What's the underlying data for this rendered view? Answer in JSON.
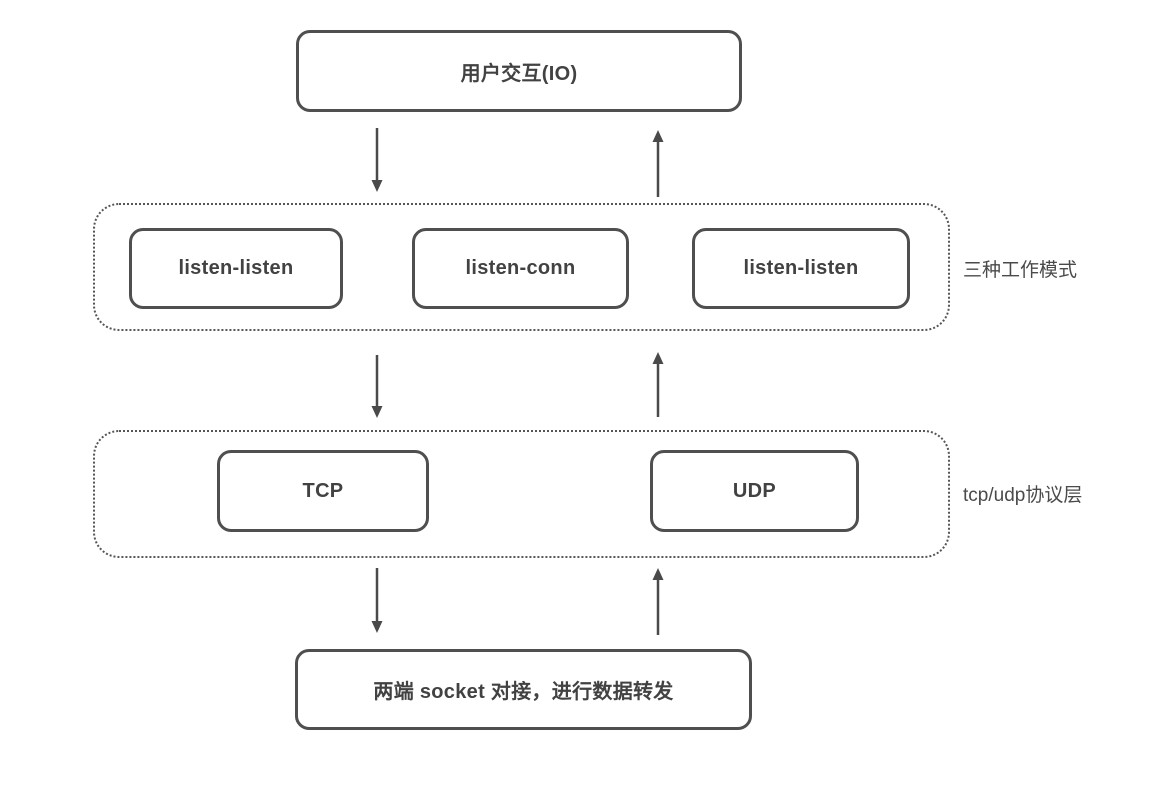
{
  "colors": {
    "box_border": "#4f4f4f",
    "dotted_border": "#565656",
    "text": "#424242",
    "arrow": "#4a4a4a",
    "background": "#ffffff"
  },
  "top_box": {
    "label": "用户交互(IO)"
  },
  "modes_group": {
    "side_label": "三种工作模式",
    "boxes": [
      {
        "label": "listen-listen"
      },
      {
        "label": "listen-conn"
      },
      {
        "label": "listen-listen"
      }
    ]
  },
  "protocol_group": {
    "side_label": "tcp/udp协议层",
    "boxes": [
      {
        "label": "TCP"
      },
      {
        "label": "UDP"
      }
    ]
  },
  "bottom_box": {
    "label": "两端 socket 对接，进行数据转发"
  }
}
